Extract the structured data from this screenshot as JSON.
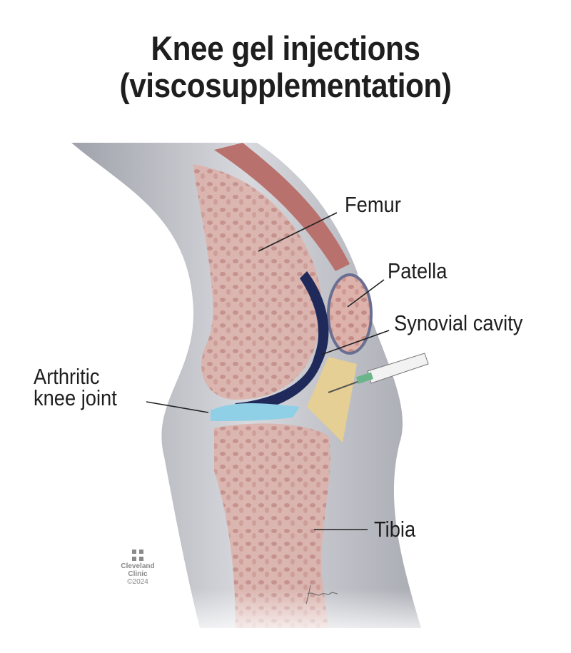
{
  "title": {
    "line1": "Knee gel injections",
    "line2": "(viscosupplementation)"
  },
  "labels": {
    "femur": "Femur",
    "patella": "Patella",
    "synovial_cavity": "Synovial cavity",
    "arthritic_line1": "Arthritic",
    "arthritic_line2": "knee joint",
    "tibia": "Tibia"
  },
  "logo": {
    "name_line1": "Cleveland",
    "name_line2": "Clinic",
    "copyright": "©2024"
  },
  "signature": "Jeremiaz",
  "colors": {
    "bone": "#d9a9a3",
    "marrow": "#b87a76",
    "cavity": "#1f2a5a",
    "gel": "#8fd0e6",
    "skin": "#b9bbc2"
  }
}
